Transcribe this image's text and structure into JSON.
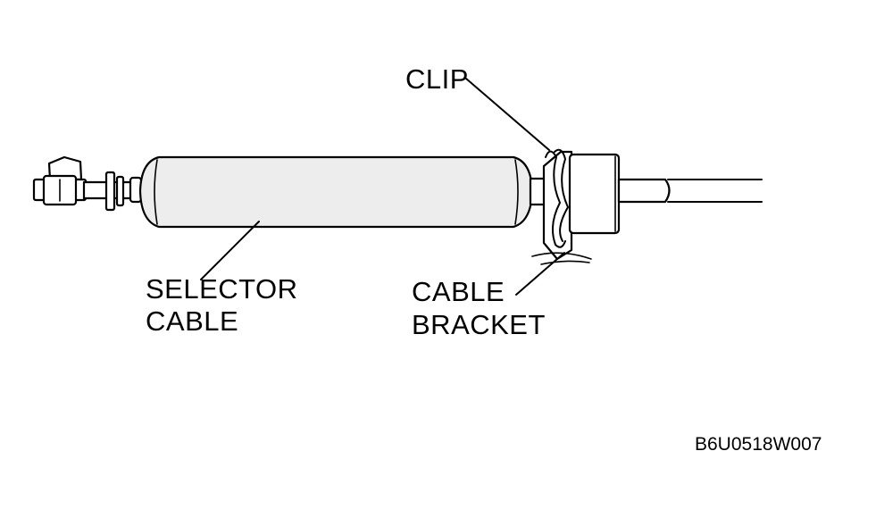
{
  "labels": {
    "clip": "CLIP",
    "selector_line1": "SELECTOR",
    "selector_line2": "CABLE",
    "bracket_line1": "CABLE",
    "bracket_line2": "BRACKET"
  },
  "figure_code": "B6U0518W007",
  "colors": {
    "ink": "#000000",
    "paper": "#ffffff",
    "tube_shade": "#ededed"
  }
}
